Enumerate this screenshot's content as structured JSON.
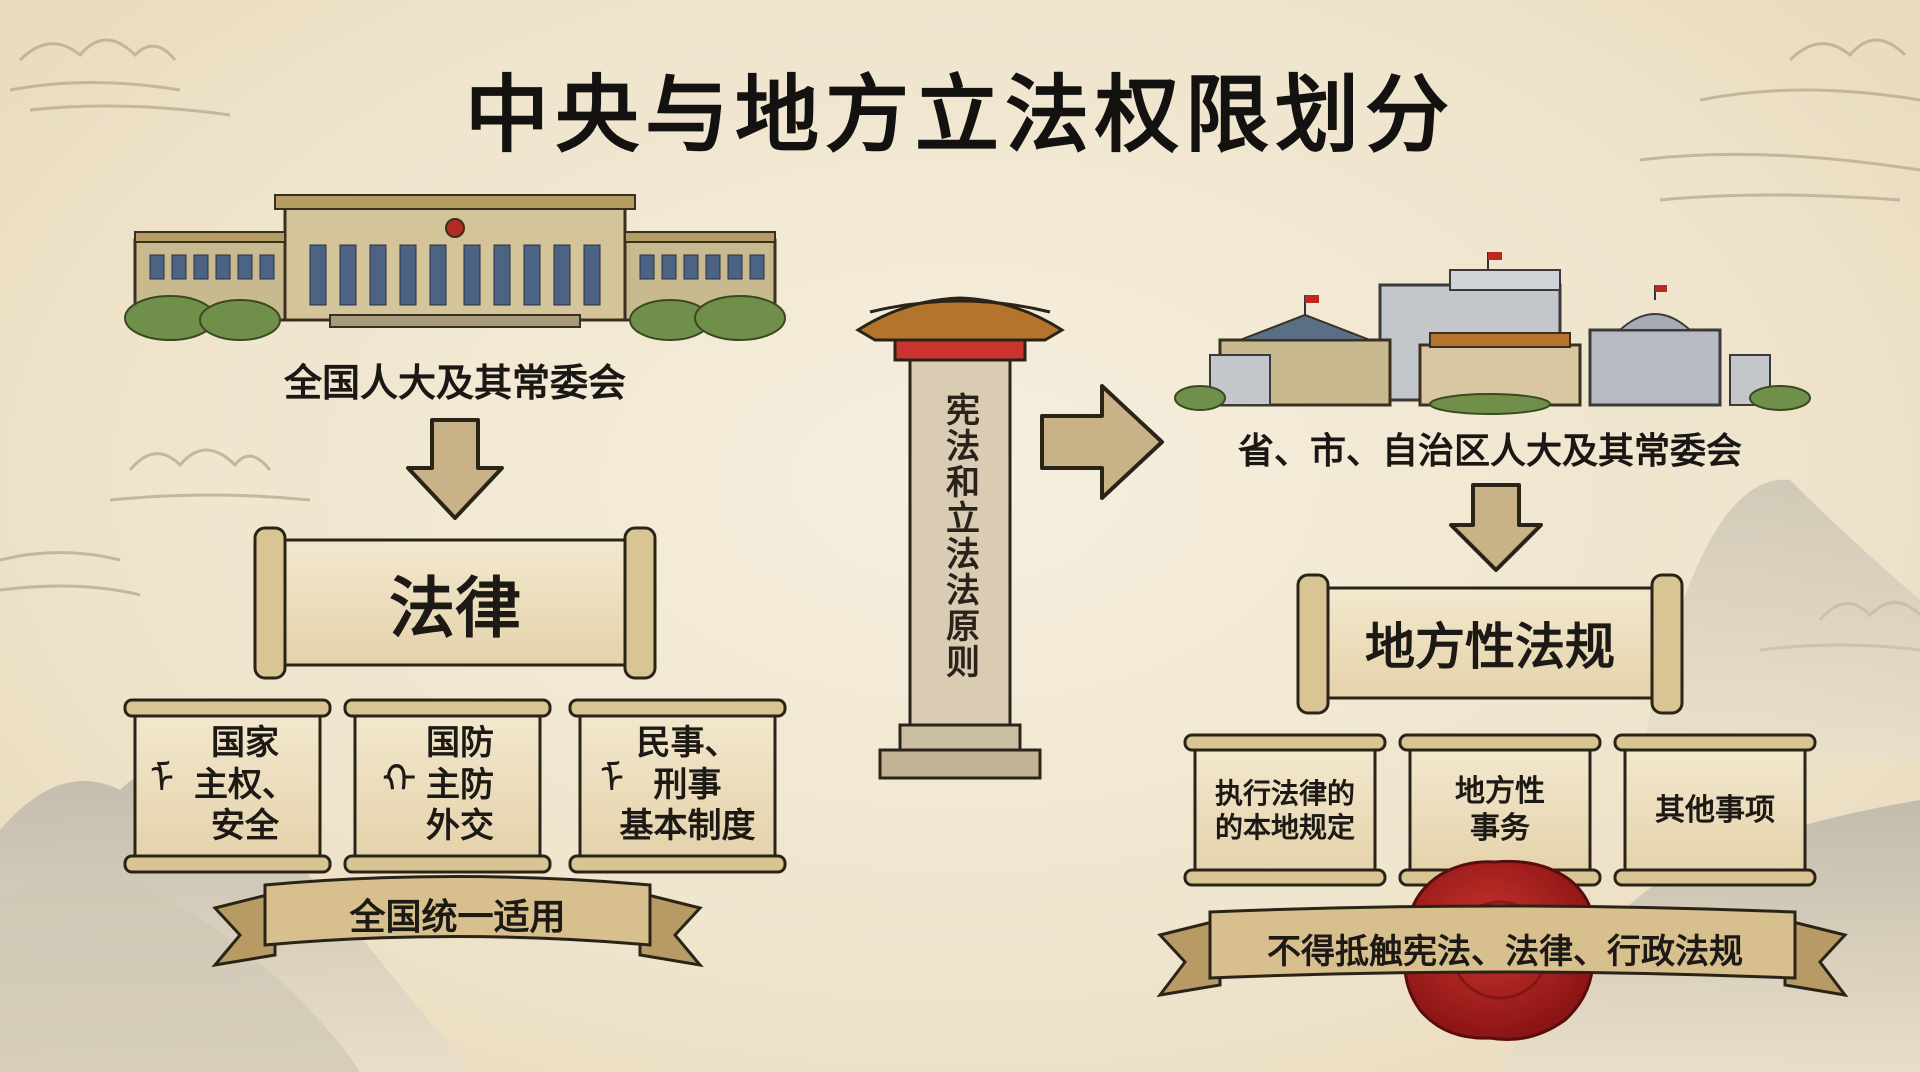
{
  "title": "中央与地方立法权限划分",
  "central": {
    "body": "全国人大及其常委会",
    "law": "法律",
    "matters": [
      {
        "line1": "国家",
        "line2": "主权、",
        "line3": "安全"
      },
      {
        "line1": "国防",
        "line2": "主防",
        "line3": "外交"
      },
      {
        "line1": "民事、",
        "line2": "刑事",
        "line3": "基本制度"
      }
    ],
    "banner": "全国统一适用"
  },
  "pillar": {
    "text": "宪法和立法法原则"
  },
  "local": {
    "body": "省、市、自治区人大及其常委会",
    "regulation": "地方性法规",
    "matters": [
      {
        "line1": "执行法律的",
        "line2": "的本地规定"
      },
      {
        "line1": "地方性",
        "line2": "事务"
      },
      {
        "line1": "其他事项",
        "line2": ""
      }
    ],
    "banner": "不得抵触宪法、法律、行政法规"
  },
  "colors": {
    "parchment": "#efe4cc",
    "scroll": "#eadbb8",
    "banner": "#d8bf8e",
    "arrow": "#c9b287",
    "seal": "#a81f1f",
    "building": "#c9b98f",
    "tree": "#6f8f4a"
  }
}
